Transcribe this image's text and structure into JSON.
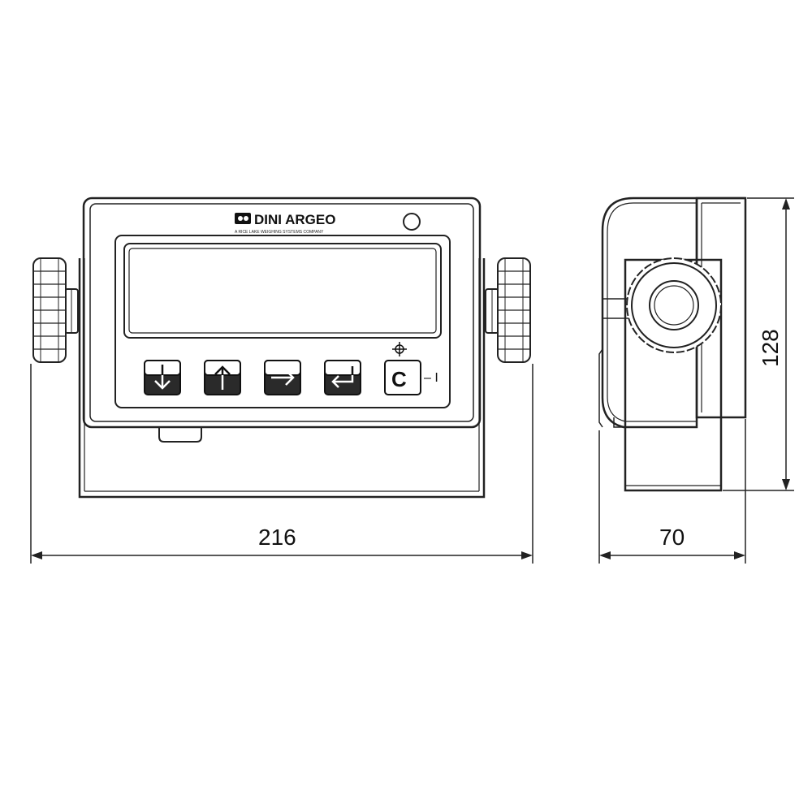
{
  "brand": {
    "name": "DINI ARGEO",
    "tagline": "A RICE LAKE WEIGHING SYSTEMS COMPANY"
  },
  "keypad": {
    "keys": [
      {
        "icon": "arrow-down-icon"
      },
      {
        "icon": "arrow-up-icon"
      },
      {
        "icon": "arrow-right-icon"
      },
      {
        "icon": "enter-icon"
      }
    ],
    "c_key": {
      "label": "C",
      "suffix": "– I",
      "icon": "crosshair-icon"
    }
  },
  "dimensions": {
    "width": "216",
    "depth": "70",
    "height": "128"
  }
}
